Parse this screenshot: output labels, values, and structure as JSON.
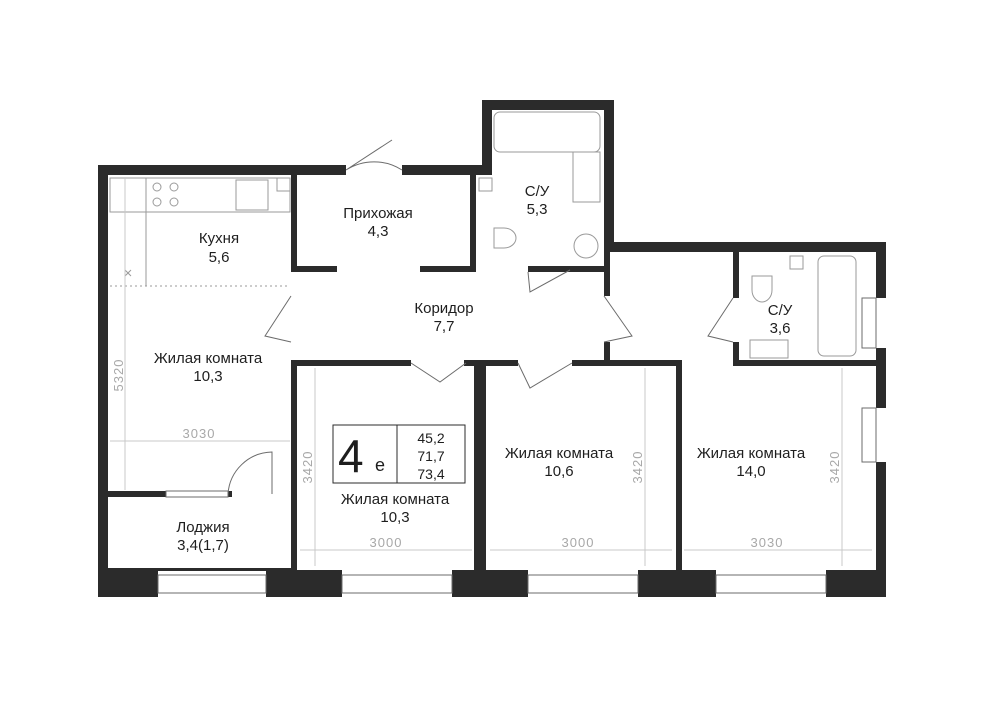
{
  "rooms": {
    "kitchen": {
      "name": "Кухня",
      "area": "5,6"
    },
    "hall": {
      "name": "Прихожая",
      "area": "4,3"
    },
    "bath1": {
      "name": "С/У",
      "area": "5,3"
    },
    "bath2": {
      "name": "С/У",
      "area": "3,6"
    },
    "corridor": {
      "name": "Коридор",
      "area": "7,7"
    },
    "living_left": {
      "name": "Жилая комната",
      "area": "10,3"
    },
    "living_center": {
      "name": "Жилая комната",
      "area": "10,3"
    },
    "living_mid": {
      "name": "Жилая комната",
      "area": "10,6"
    },
    "living_right": {
      "name": "Жилая комната",
      "area": "14,0"
    },
    "loggia": {
      "name": "Лоджия",
      "area": "3,4(1,7)"
    }
  },
  "dimensions": {
    "left_height": "5320",
    "left_width": "3030",
    "center_height": "3420",
    "center_width": "3000",
    "mid_height": "3420",
    "mid_width": "3000",
    "right_height": "3420",
    "right_width": "3030"
  },
  "badge": {
    "rooms_count": "4",
    "suffix": "е",
    "living_area": "45,2",
    "total_area": "71,7",
    "total_area_with_loggia": "73,4"
  }
}
